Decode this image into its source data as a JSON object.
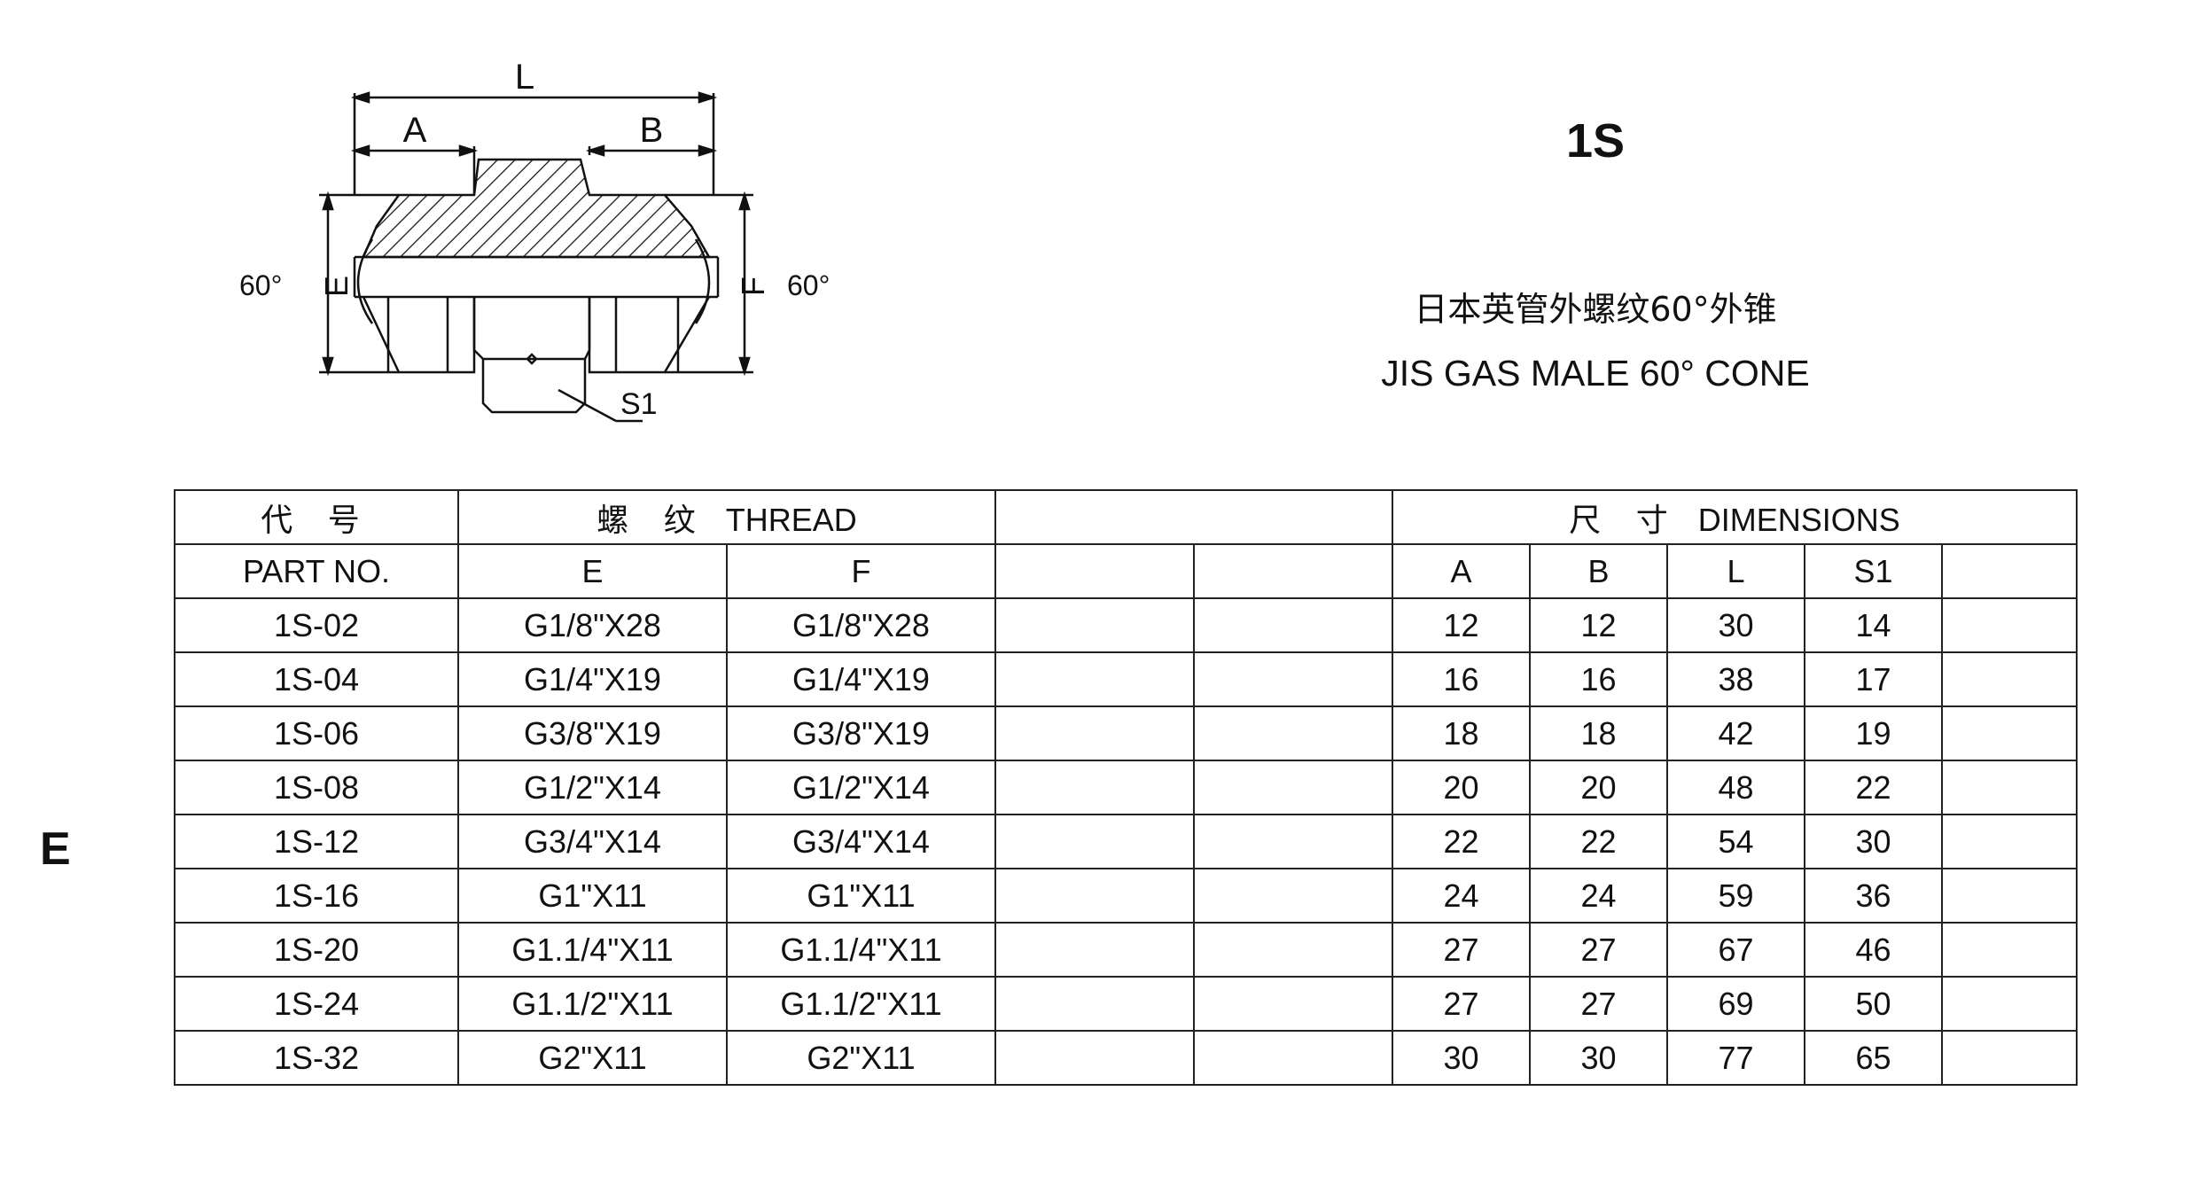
{
  "diagram": {
    "labels": {
      "L": "L",
      "A": "A",
      "B": "B",
      "E": "E",
      "F": "F",
      "S1": "S1",
      "angle_left": "60°",
      "angle_right": "60°"
    }
  },
  "product": {
    "model": "1S",
    "title_cn": "日本英管外螺纹60°外锥",
    "title_en": "JIS GAS MALE 60° CONE"
  },
  "section_letter": "E",
  "table": {
    "header": {
      "part_cn": "代 号",
      "part_en": "PART NO.",
      "thread_cn": "螺 纹",
      "thread_en": "THREAD",
      "dims_cn": "尺 寸",
      "dims_en": "DIMENSIONS",
      "col_e": "E",
      "col_f": "F",
      "col_a": "A",
      "col_b": "B",
      "col_l": "L",
      "col_s1": "S1"
    },
    "rows": [
      {
        "part": "1S-02",
        "e": "G1/8\"X28",
        "f": "G1/8\"X28",
        "a": "12",
        "b": "12",
        "l": "30",
        "s1": "14"
      },
      {
        "part": "1S-04",
        "e": "G1/4\"X19",
        "f": "G1/4\"X19",
        "a": "16",
        "b": "16",
        "l": "38",
        "s1": "17"
      },
      {
        "part": "1S-06",
        "e": "G3/8\"X19",
        "f": "G3/8\"X19",
        "a": "18",
        "b": "18",
        "l": "42",
        "s1": "19"
      },
      {
        "part": "1S-08",
        "e": "G1/2\"X14",
        "f": "G1/2\"X14",
        "a": "20",
        "b": "20",
        "l": "48",
        "s1": "22"
      },
      {
        "part": "1S-12",
        "e": "G3/4\"X14",
        "f": "G3/4\"X14",
        "a": "22",
        "b": "22",
        "l": "54",
        "s1": "30"
      },
      {
        "part": "1S-16",
        "e": "G1\"X11",
        "f": "G1\"X11",
        "a": "24",
        "b": "24",
        "l": "59",
        "s1": "36"
      },
      {
        "part": "1S-20",
        "e": "G1.1/4\"X11",
        "f": "G1.1/4\"X11",
        "a": "27",
        "b": "27",
        "l": "67",
        "s1": "46"
      },
      {
        "part": "1S-24",
        "e": "G1.1/2\"X11",
        "f": "G1.1/2\"X11",
        "a": "27",
        "b": "27",
        "l": "69",
        "s1": "50"
      },
      {
        "part": "1S-32",
        "e": "G2\"X11",
        "f": "G2\"X11",
        "a": "30",
        "b": "30",
        "l": "77",
        "s1": "65"
      }
    ]
  }
}
